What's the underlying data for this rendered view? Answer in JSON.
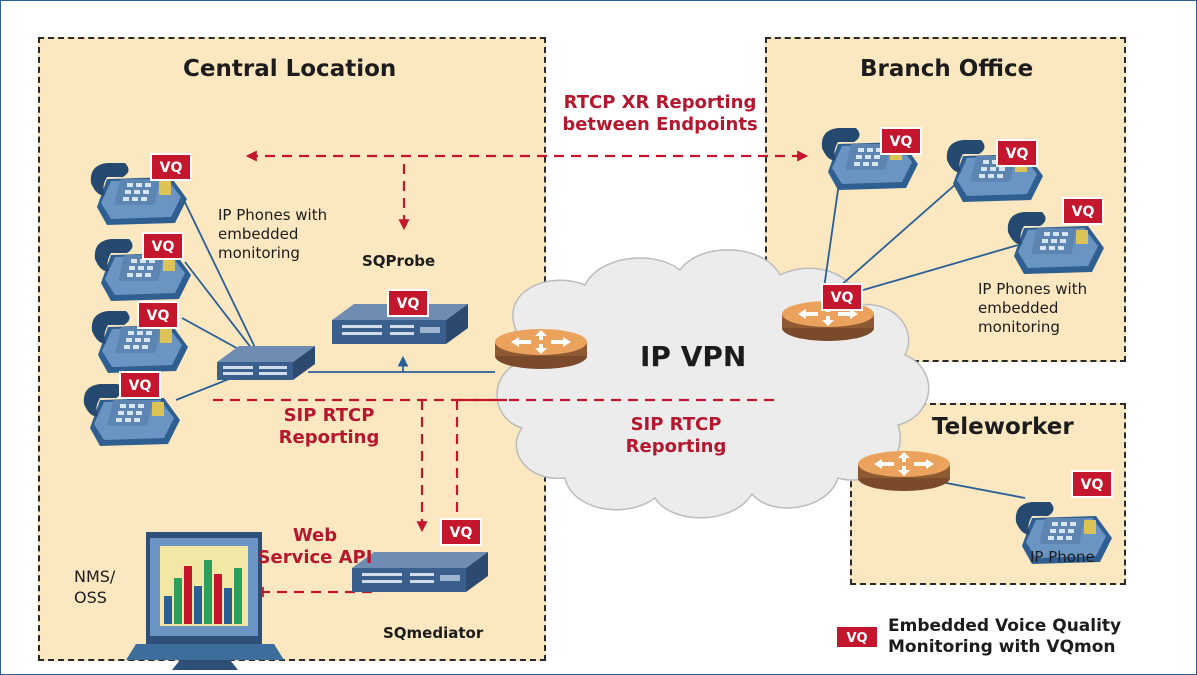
{
  "regions": {
    "central": {
      "title": "Central Location"
    },
    "branch": {
      "title": "Branch Office"
    },
    "teleworker": {
      "title": "Teleworker"
    }
  },
  "cloud": {
    "label": "IP VPN"
  },
  "labels": {
    "rtcp_xr": [
      "RTCP XR Reporting",
      "between Endpoints"
    ],
    "central_phones": [
      "IP Phones with",
      "embedded",
      "monitoring"
    ],
    "branch_phones": [
      "IP Phones with",
      "embedded",
      "monitoring"
    ],
    "sqprobe": "SQProbe",
    "sip_rtcp_left": [
      "SIP RTCP",
      "Reporting"
    ],
    "sip_rtcp_right": [
      "SIP RTCP",
      "Reporting"
    ],
    "web_api": [
      "Web",
      "Service API"
    ],
    "nms": [
      "NMS/",
      "OSS"
    ],
    "sqmediator": "SQmediator",
    "ip_phone": "IP Phone"
  },
  "badge": {
    "text": "VQ"
  },
  "legend": {
    "badge": "VQ",
    "lines": [
      "Embedded Voice Quality",
      "Monitoring with VQmon"
    ]
  },
  "colors": {
    "region_fill": "#fbe7c0",
    "accent_red": "#b5182e",
    "phone_blue": "#3d6d9b",
    "router_orange": "#e9a05a",
    "cloud": "#eeeeee",
    "frame": "#2f5f97"
  }
}
